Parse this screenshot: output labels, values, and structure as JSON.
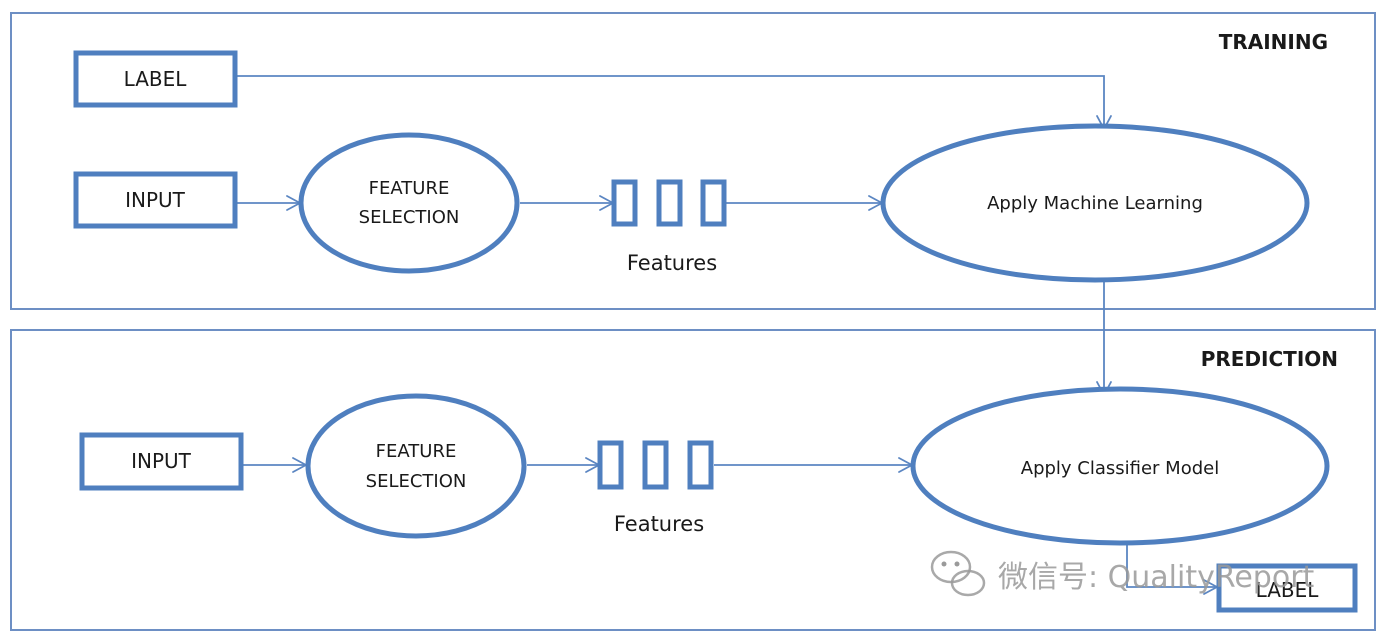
{
  "training": {
    "title": "TRAINING",
    "label_box": "LABEL",
    "input_box": "INPUT",
    "feature_selection": [
      "FEATURE",
      "SELECTION"
    ],
    "features_caption": "Features",
    "ml_node": "Apply Machine Learning"
  },
  "prediction": {
    "title": "PREDICTION",
    "input_box": "INPUT",
    "feature_selection": [
      "FEATURE",
      "SELECTION"
    ],
    "features_caption": "Features",
    "classifier_node": "Apply Classifier Model",
    "label_box": "LABEL"
  },
  "watermark": {
    "text": "微信号: QualityReport",
    "icon": "wechat-icon"
  },
  "colors": {
    "node_stroke": "#4f7fbf",
    "edge": "#5b86c2",
    "panel_frame": "#6d8fc4"
  }
}
